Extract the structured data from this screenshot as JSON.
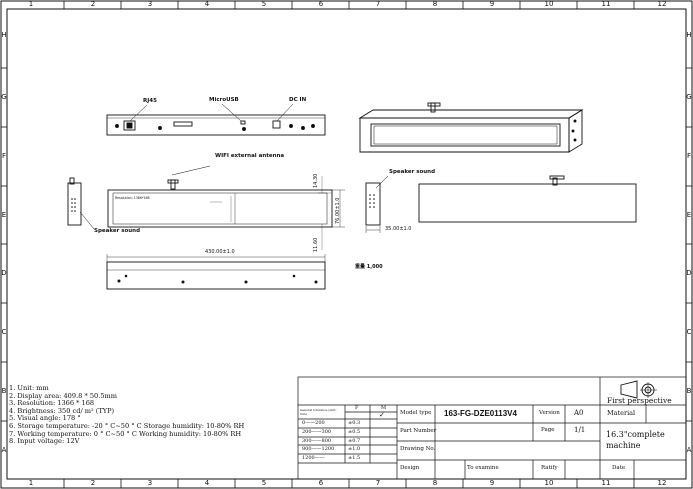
{
  "frame": {
    "columns": [
      "1",
      "2",
      "3",
      "4",
      "5",
      "6",
      "7",
      "8",
      "9",
      "10",
      "11",
      "12"
    ],
    "rows": [
      "H",
      "G",
      "F",
      "E",
      "D",
      "C",
      "B",
      "A"
    ]
  },
  "labels": {
    "rj45": "RJ45",
    "micro_usb": "MicroUSB",
    "dc_in": "DC IN",
    "wifi_antenna": "WIFI external antenna",
    "speaker_left": "Speaker sound",
    "speaker_right": "Speaker sound",
    "resolution_small": "Resolution: 1366*168",
    "dim_1430": "14.30",
    "dim_7600": "76.00±1.0",
    "dim_1160": "11.60",
    "dim_3500": "35.00±1.0",
    "dim_43000": "430.00±1.0",
    "weight": "重量 1,000"
  },
  "notes": [
    "1.   Unit: mm",
    "2. Display area: 409.8 * 50.5mm",
    "3. Resolution: 1366 * 168",
    "4. Brightness: 350 cd/ m² (TYP)",
    "5. Visual angle: 178 °",
    "6. Storage temperature: -20 °  C~50 °  C Storage humidity: 10-80% RH",
    "7. Working temperature: 0 °  C~50 °  C Working humidity: 10-80% RH",
    "8. Input voltage: 12V"
  ],
  "title_block": {
    "perspective": "First perspective",
    "material_label": "Material",
    "model_type_label": "Model type",
    "model_type_value": "163-FG-DZE0113V4",
    "version_label": "Version",
    "version_value": "A0",
    "part_number_label": "Part Number",
    "page_label": "Page",
    "page_value": "1/1",
    "drawing_no_label": "Drawing No.",
    "description": "16.3\"complete machine",
    "design_label": "Design",
    "examine_label": "To examine",
    "ratify_label": "Ratify",
    "date_label": "Date",
    "tolerance_header": "General tolerance (unit: mm)",
    "col_f": "F",
    "col_m": "M",
    "check_mark": "✓",
    "tolerance_rows": [
      {
        "range": "0——200",
        "value": "±0.3"
      },
      {
        "range": "200——300",
        "value": "±0.5"
      },
      {
        "range": "300——800",
        "value": "±0.7"
      },
      {
        "range": "800——1200",
        "value": "±1.0"
      },
      {
        "range": "1200——",
        "value": "±1.5"
      }
    ]
  }
}
